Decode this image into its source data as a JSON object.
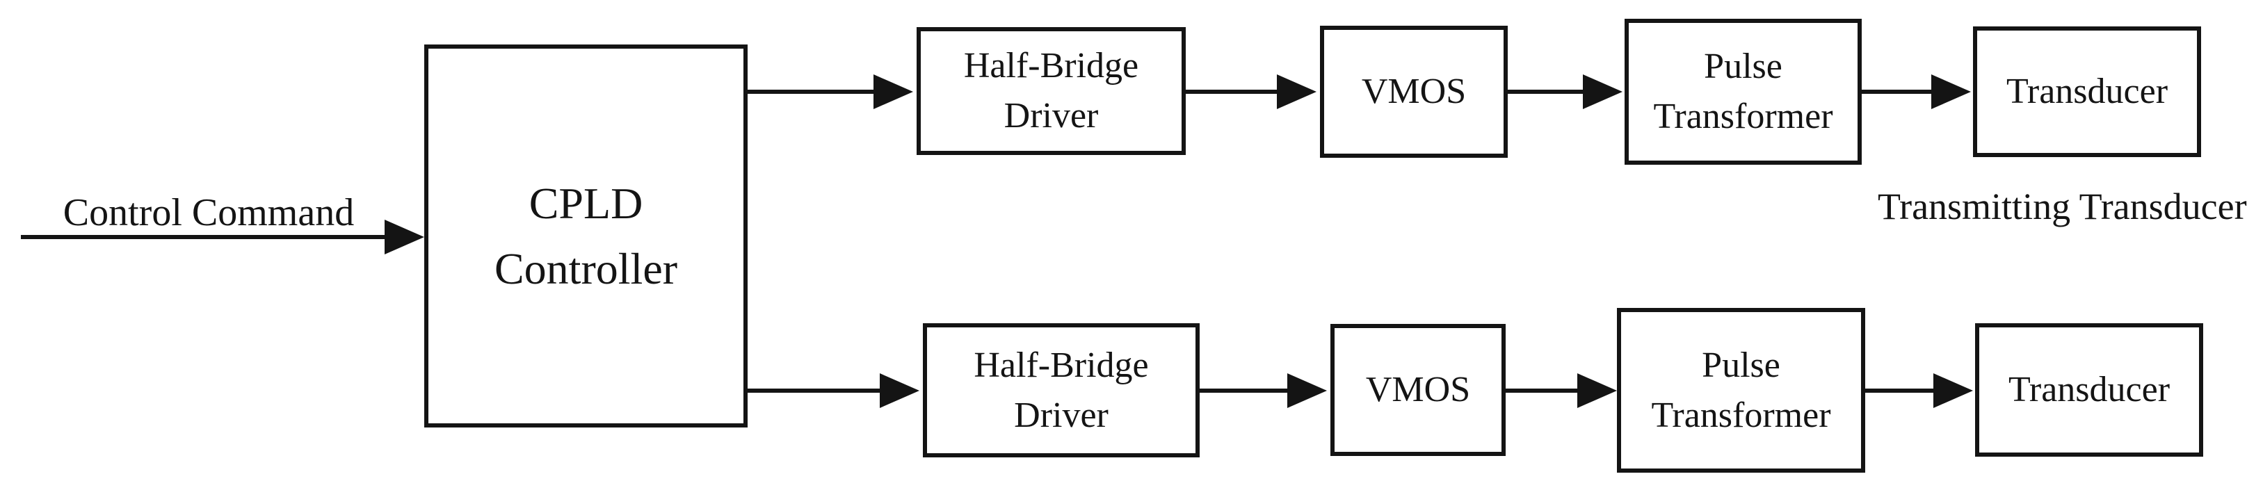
{
  "colors": {
    "ink": "#141414",
    "background": "#ffffff"
  },
  "input_arrow": {
    "label": "Control Command"
  },
  "cpld": {
    "line1": "CPLD",
    "line2": "Controller"
  },
  "top_chain": {
    "half_bridge": {
      "line1": "Half-Bridge",
      "line2": "Driver"
    },
    "vmos": {
      "label": "VMOS"
    },
    "pulse_transformer": {
      "line1": "Pulse",
      "line2": "Transformer"
    },
    "transducer": {
      "label": "Transducer"
    }
  },
  "bottom_chain": {
    "half_bridge": {
      "line1": "Half-Bridge",
      "line2": "Driver"
    },
    "vmos": {
      "label": "VMOS"
    },
    "pulse_transformer": {
      "line1": "Pulse",
      "line2": "Transformer"
    },
    "transducer": {
      "label": "Transducer"
    }
  },
  "array_label": {
    "line1": "Transmitting",
    "line2": "Transducer Array"
  }
}
